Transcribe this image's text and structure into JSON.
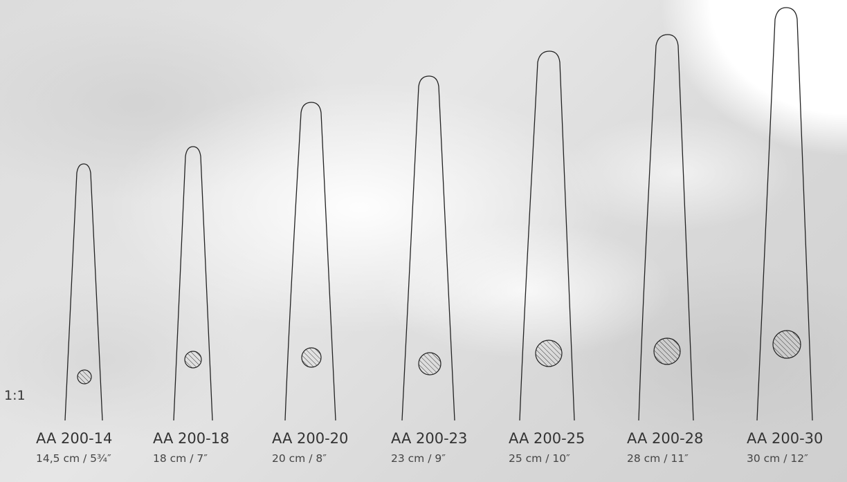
{
  "scale": "1:1",
  "models": [
    {
      "name": "AA 200-14",
      "size": "14,5 cm / 5¾″"
    },
    {
      "name": "AA 200-18",
      "size": "18 cm / 7″"
    },
    {
      "name": "AA 200-20",
      "size": "20 cm / 8″"
    },
    {
      "name": "AA 200-23",
      "size": "23 cm / 9″"
    },
    {
      "name": "AA 200-25",
      "size": "25 cm / 10″"
    },
    {
      "name": "AA 200-28",
      "size": "28 cm / 11″"
    },
    {
      "name": "AA 200-30",
      "size": "30 cm / 12″"
    }
  ]
}
